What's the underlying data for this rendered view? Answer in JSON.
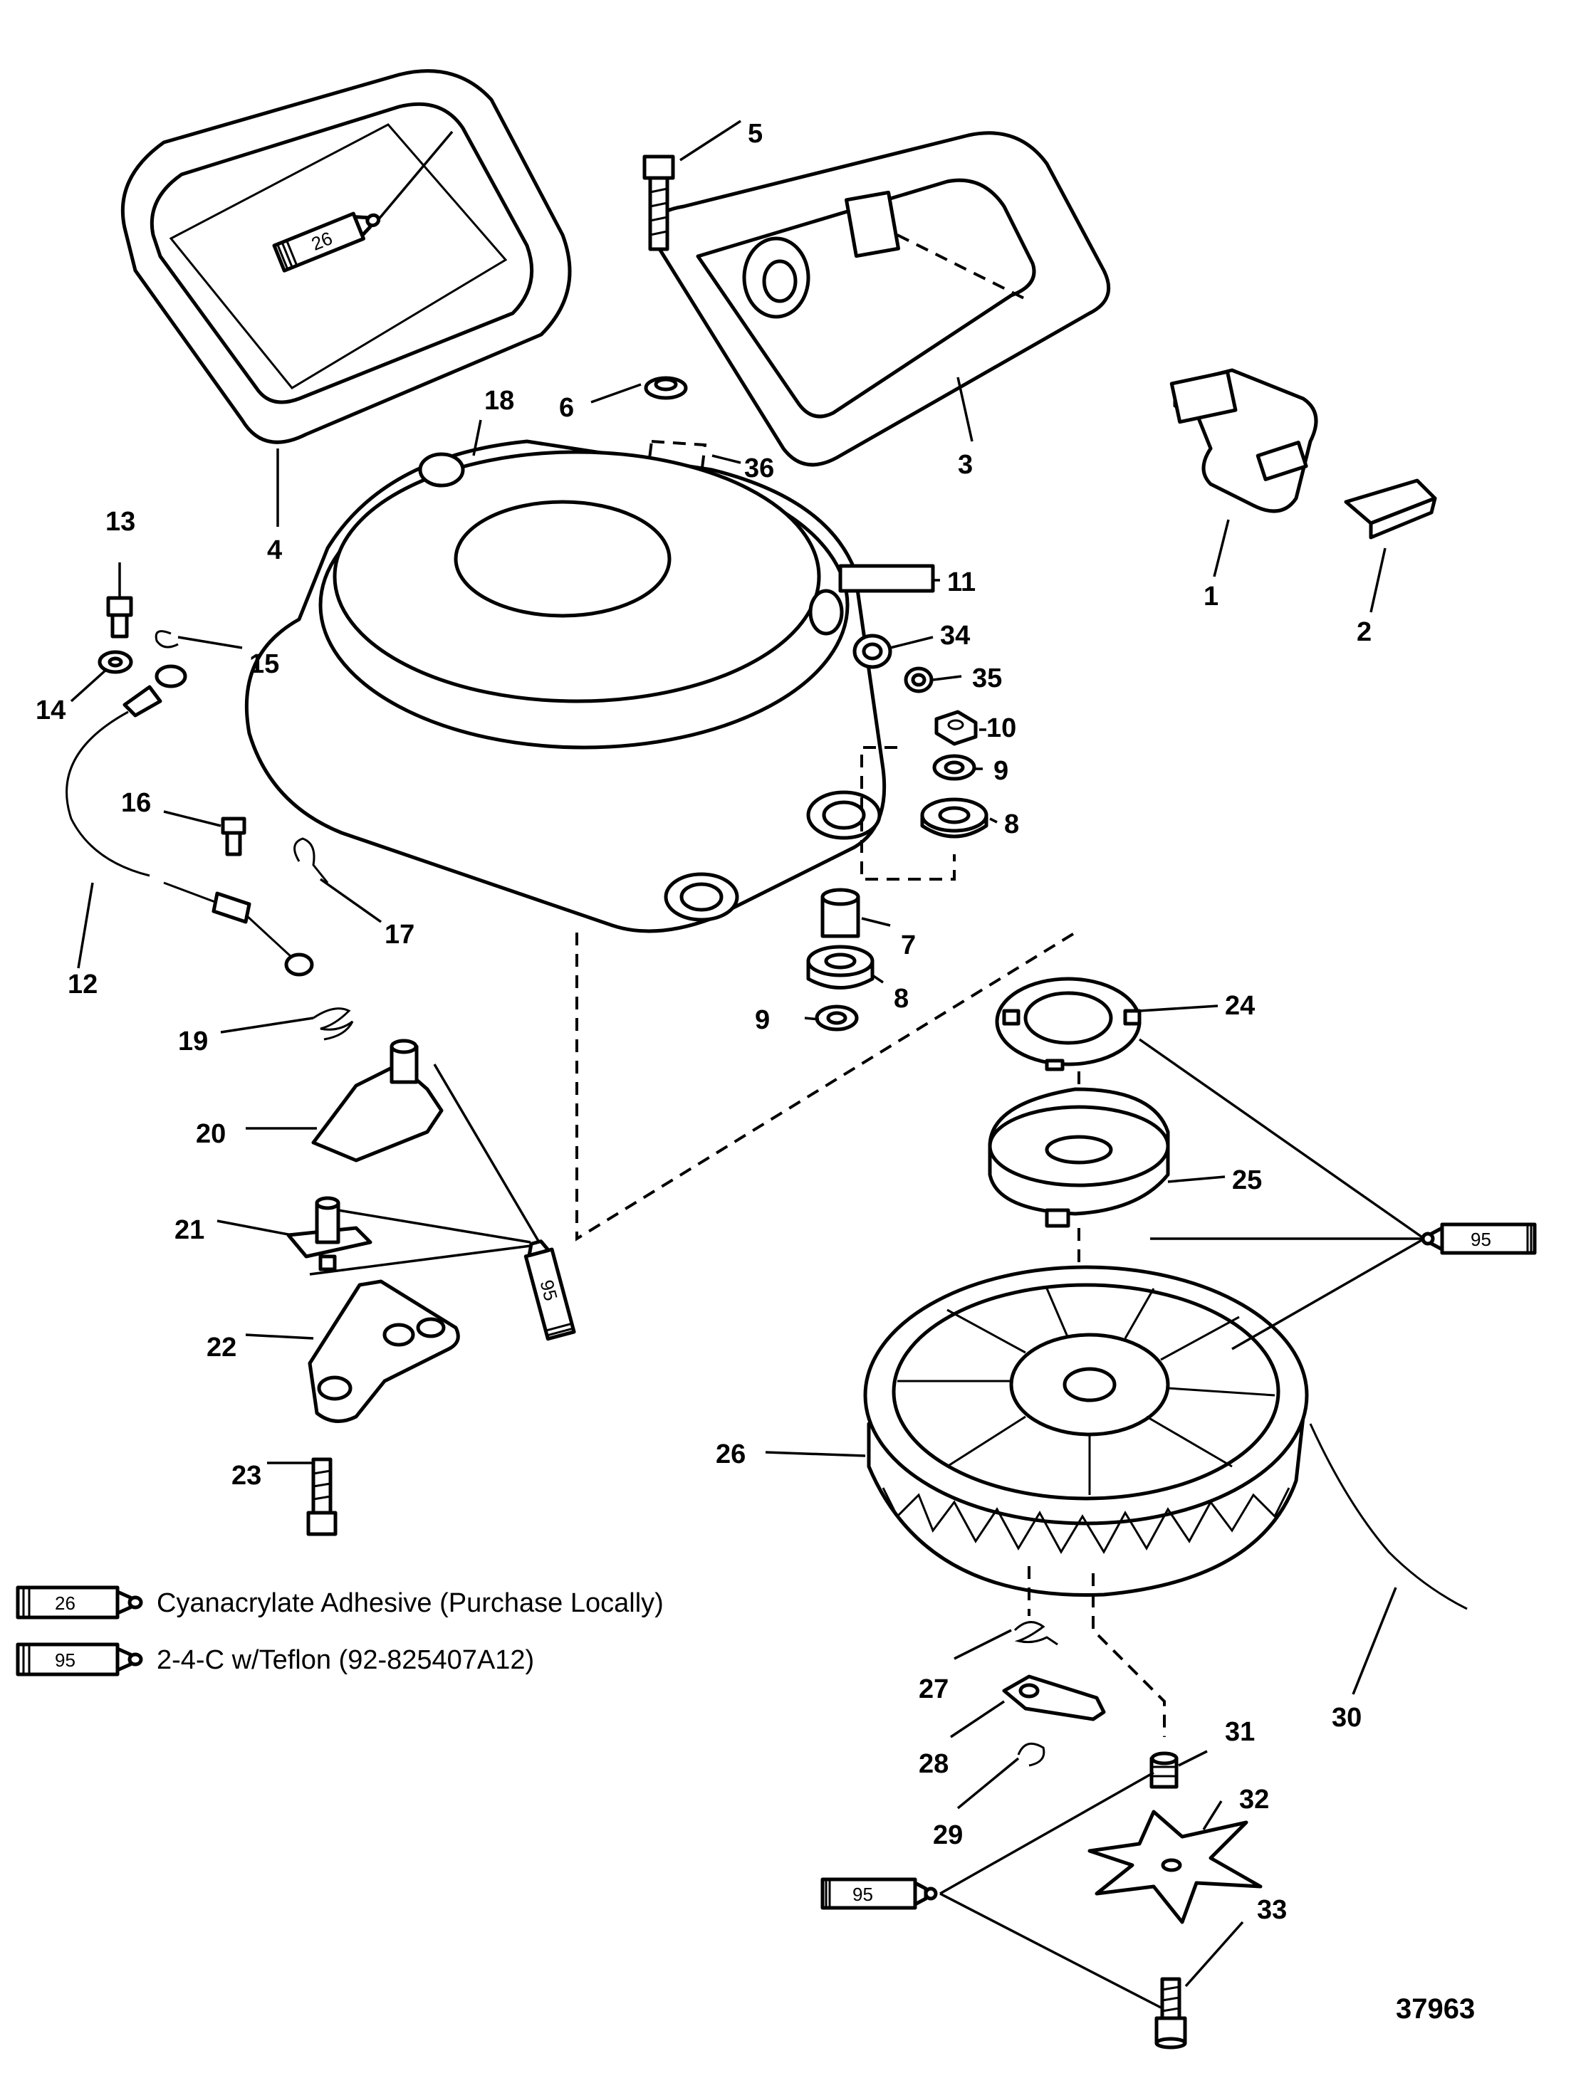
{
  "figure_number": "37963",
  "callouts": [
    "1",
    "2",
    "3",
    "4",
    "5",
    "6",
    "7",
    "8",
    "8",
    "9",
    "9",
    "10",
    "11",
    "12",
    "13",
    "14",
    "15",
    "16",
    "17",
    "18",
    "19",
    "20",
    "21",
    "22",
    "23",
    "24",
    "25",
    "26",
    "27",
    "28",
    "29",
    "30",
    "31",
    "32",
    "33",
    "34",
    "35",
    "36"
  ],
  "tubes": {
    "t26": "26",
    "t95": "95"
  },
  "legend": [
    {
      "code": "26",
      "text": "Cyanacrylate Adhesive (Purchase Locally)"
    },
    {
      "code": "95",
      "text": "2-4-C w/Teflon (92-825407A12)"
    }
  ]
}
